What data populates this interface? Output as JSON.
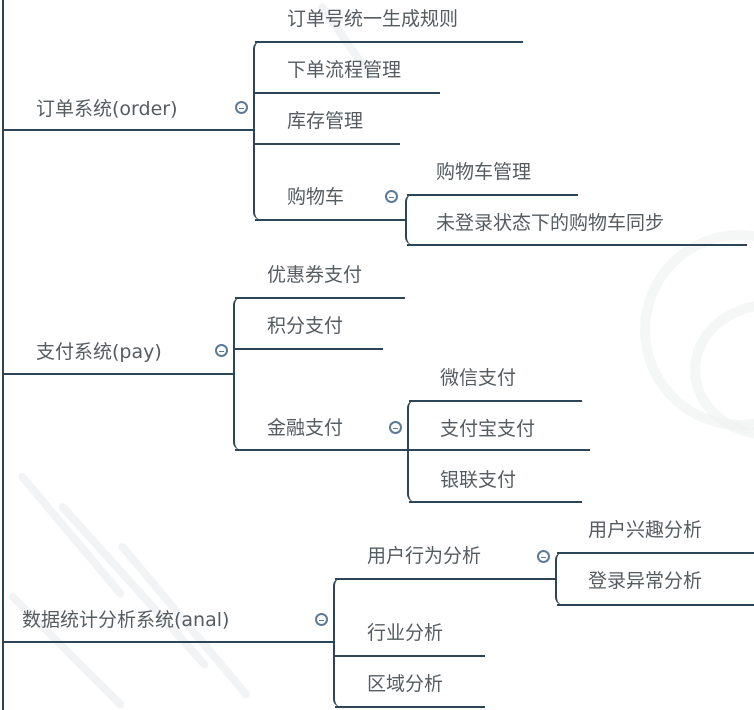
{
  "mindmap": {
    "line_color": "#2d4657",
    "text_color": "#555c61",
    "toggle_color": "#5b7a99",
    "branches": [
      {
        "label": "订单系统(order)",
        "collapsed": false,
        "children": [
          {
            "label": "订单号统一生成规则"
          },
          {
            "label": "下单流程管理"
          },
          {
            "label": "库存管理"
          },
          {
            "label": "购物车",
            "collapsed": false,
            "children": [
              {
                "label": "购物车管理"
              },
              {
                "label": "未登录状态下的购物车同步"
              }
            ]
          }
        ]
      },
      {
        "label": "支付系统(pay)",
        "collapsed": false,
        "children": [
          {
            "label": "优惠券支付"
          },
          {
            "label": "积分支付"
          },
          {
            "label": "金融支付",
            "collapsed": false,
            "children": [
              {
                "label": "微信支付"
              },
              {
                "label": "支付宝支付"
              },
              {
                "label": "银联支付"
              }
            ]
          }
        ]
      },
      {
        "label": "数据统计分析系统(anal)",
        "collapsed": false,
        "children": [
          {
            "label": "用户行为分析",
            "collapsed": false,
            "children": [
              {
                "label": "用户兴趣分析"
              },
              {
                "label": "登录异常分析"
              }
            ]
          },
          {
            "label": "行业分析"
          },
          {
            "label": "区域分析"
          }
        ]
      }
    ]
  }
}
